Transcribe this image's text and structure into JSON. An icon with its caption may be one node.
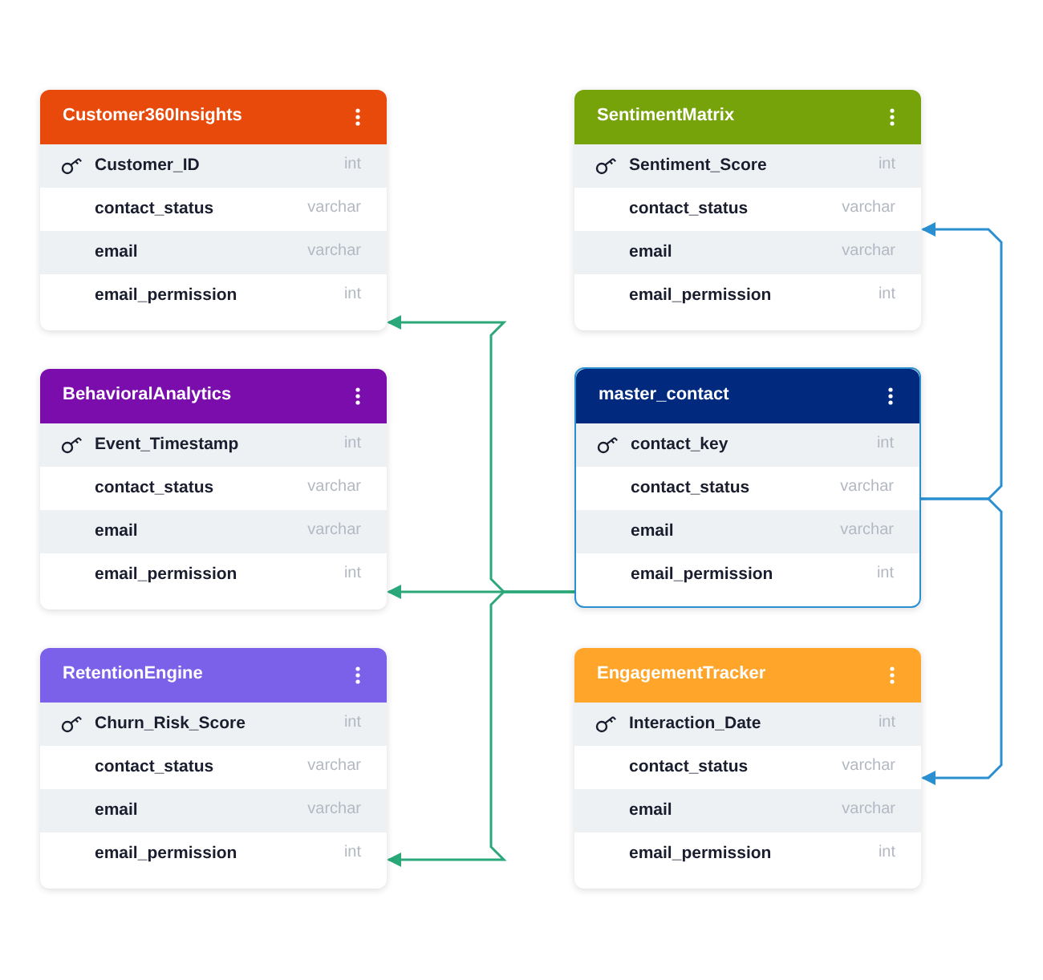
{
  "diagram": {
    "nodes": [
      {
        "text": [
          "Customer360Insights"
        ]
      },
      {
        "text": [
          "Customer_ID",
          "int"
        ],
        "in": 0
      },
      {
        "text": [
          "contact_status",
          "varchar"
        ],
        "in": 0
      },
      {
        "text": [
          "email",
          "varchar"
        ],
        "in": 0
      },
      {
        "text": [
          "email_permission",
          "int"
        ],
        "in": 0
      },
      {
        "text": [
          "SentimentMatrix"
        ]
      },
      {
        "text": [
          "Sentiment_Score",
          "int"
        ],
        "in": 5
      },
      {
        "text": [
          "contact_status",
          "varchar"
        ],
        "in": 5
      },
      {
        "text": [
          "email",
          "varchar"
        ],
        "in": 5
      },
      {
        "text": [
          "email_permission",
          "int"
        ],
        "in": 5
      },
      {
        "text": [
          "BehavioralAnalytics"
        ]
      },
      {
        "text": [
          "Event_Timestamp",
          "int"
        ],
        "in": 10
      },
      {
        "text": [
          "contact_status",
          "varchar"
        ],
        "in": 10
      },
      {
        "text": [
          "email",
          "varchar"
        ],
        "in": 10
      },
      {
        "text": [
          "email_permission",
          "int"
        ],
        "in": 10
      },
      {
        "text": [
          "master_contact"
        ]
      },
      {
        "text": [
          "contact_key",
          "int"
        ],
        "in": 15
      },
      {
        "text": [
          "contact_status",
          "varchar"
        ],
        "in": 15
      },
      {
        "text": [
          "email",
          "varchar"
        ],
        "in": 15
      },
      {
        "text": [
          "email_permission",
          "int"
        ],
        "in": 15
      },
      {
        "text": [
          "RetentionEngine"
        ]
      },
      {
        "text": [
          "Churn_Risk_Score",
          "int"
        ],
        "in": 20
      },
      {
        "text": [
          "contact_status",
          "varchar"
        ],
        "in": 20
      },
      {
        "text": [
          "email",
          "varchar"
        ],
        "in": 20
      },
      {
        "text": [
          "email_permission",
          "int"
        ],
        "in": 20
      },
      {
        "text": [
          "EngagementTracker"
        ]
      },
      {
        "text": [
          "Interaction_Date",
          "int"
        ],
        "in": 25
      },
      {
        "text": [
          "contact_status",
          "varchar"
        ],
        "in": 25
      },
      {
        "text": [
          "email",
          "varchar"
        ],
        "in": 25
      },
      {
        "text": [
          "email_permission",
          "int"
        ],
        "in": 25
      }
    ],
    "edges": [
      {
        "from": 15,
        "to": 0,
        "arrow": "to",
        "color": "#2aa87a"
      },
      {
        "from": 15,
        "to": 10,
        "arrow": "to",
        "color": "#2aa87a"
      },
      {
        "from": 15,
        "to": 20,
        "arrow": "to",
        "color": "#2aa87a"
      },
      {
        "from": 15,
        "to": 5,
        "arrow": "to"
      },
      {
        "from": 15,
        "to": 25,
        "arrow": "to"
      }
    ]
  }
}
